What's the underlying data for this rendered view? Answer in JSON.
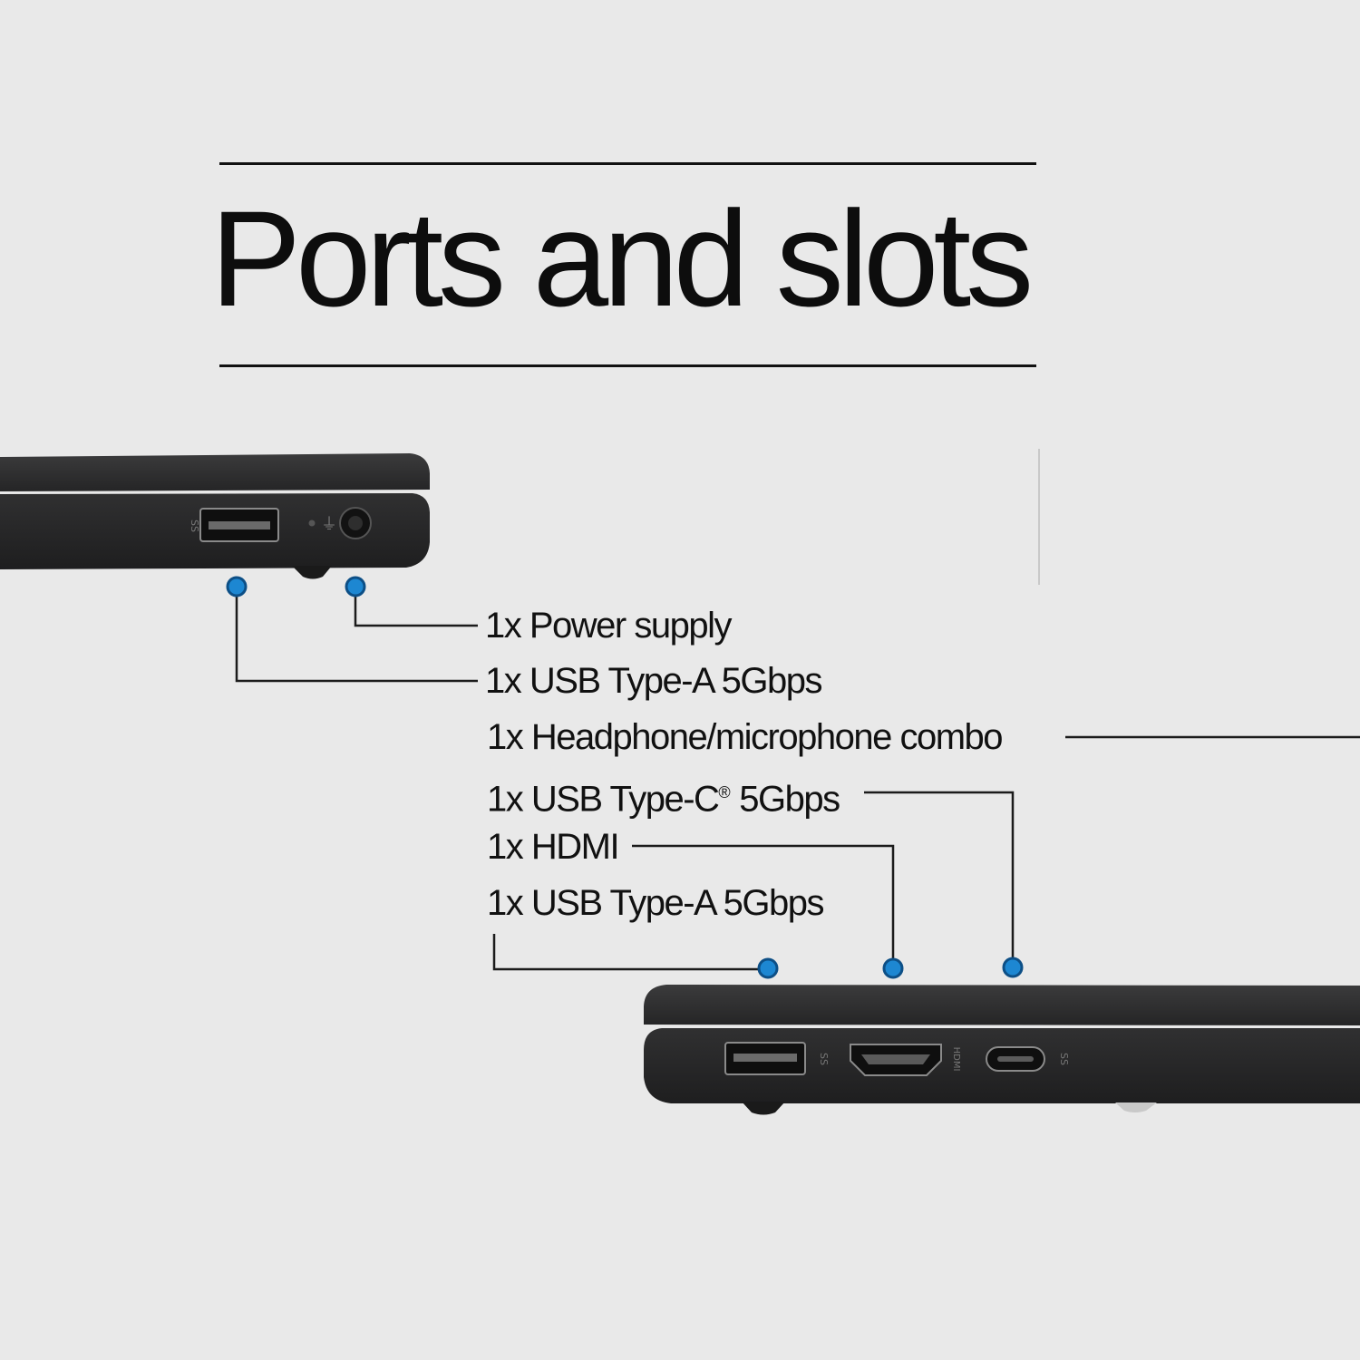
{
  "title": "Ports and slots",
  "labels": {
    "power": "1x Power supply",
    "usb_a_left": "1x USB Type-A 5Gbps",
    "audio": "1x Headphone/microphone combo",
    "usb_c_text": "1x USB Type-C",
    "usb_c_mark": "®",
    "usb_c_speed": " 5Gbps",
    "hdmi": "1x HDMI",
    "usb_a_right": "1x USB Type-A 5Gbps"
  },
  "port_markings": {
    "ss": "SS",
    "hdmi": "HDMI"
  },
  "colors": {
    "background": "#e9e9e9",
    "laptop": "#2a2a2b",
    "dot_fill": "#1d87d2",
    "dot_stroke": "#0d4f86",
    "line": "#1b1b1b"
  }
}
